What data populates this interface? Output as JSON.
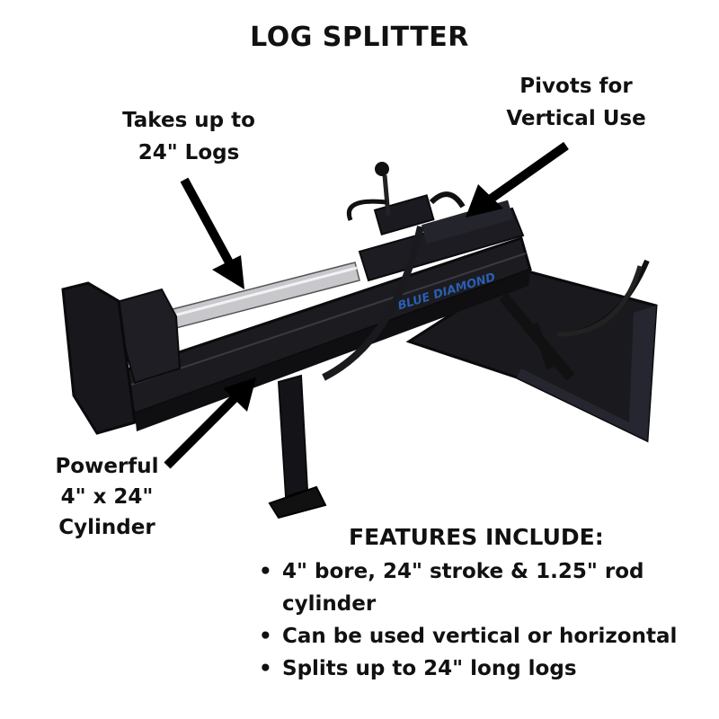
{
  "title": "LOG SPLITTER",
  "callouts": {
    "logs": [
      "Takes up to",
      "24\" Logs"
    ],
    "pivot": [
      "Pivots for",
      "Vertical Use"
    ],
    "cylinder": [
      "Powerful",
      "4\" x 24\"",
      "Cylinder"
    ]
  },
  "machine_brand": "BLUE DIAMOND",
  "features": {
    "heading": "FEATURES INCLUDE:",
    "items": [
      "4\" bore, 24\" stroke & 1.25\" rod cylinder",
      "Can be used vertical or horizontal",
      "Splits up to 24\" long logs"
    ]
  },
  "colors": {
    "frame": "#141418",
    "accent_brand": "#2a5fb0",
    "text": "#111111"
  }
}
